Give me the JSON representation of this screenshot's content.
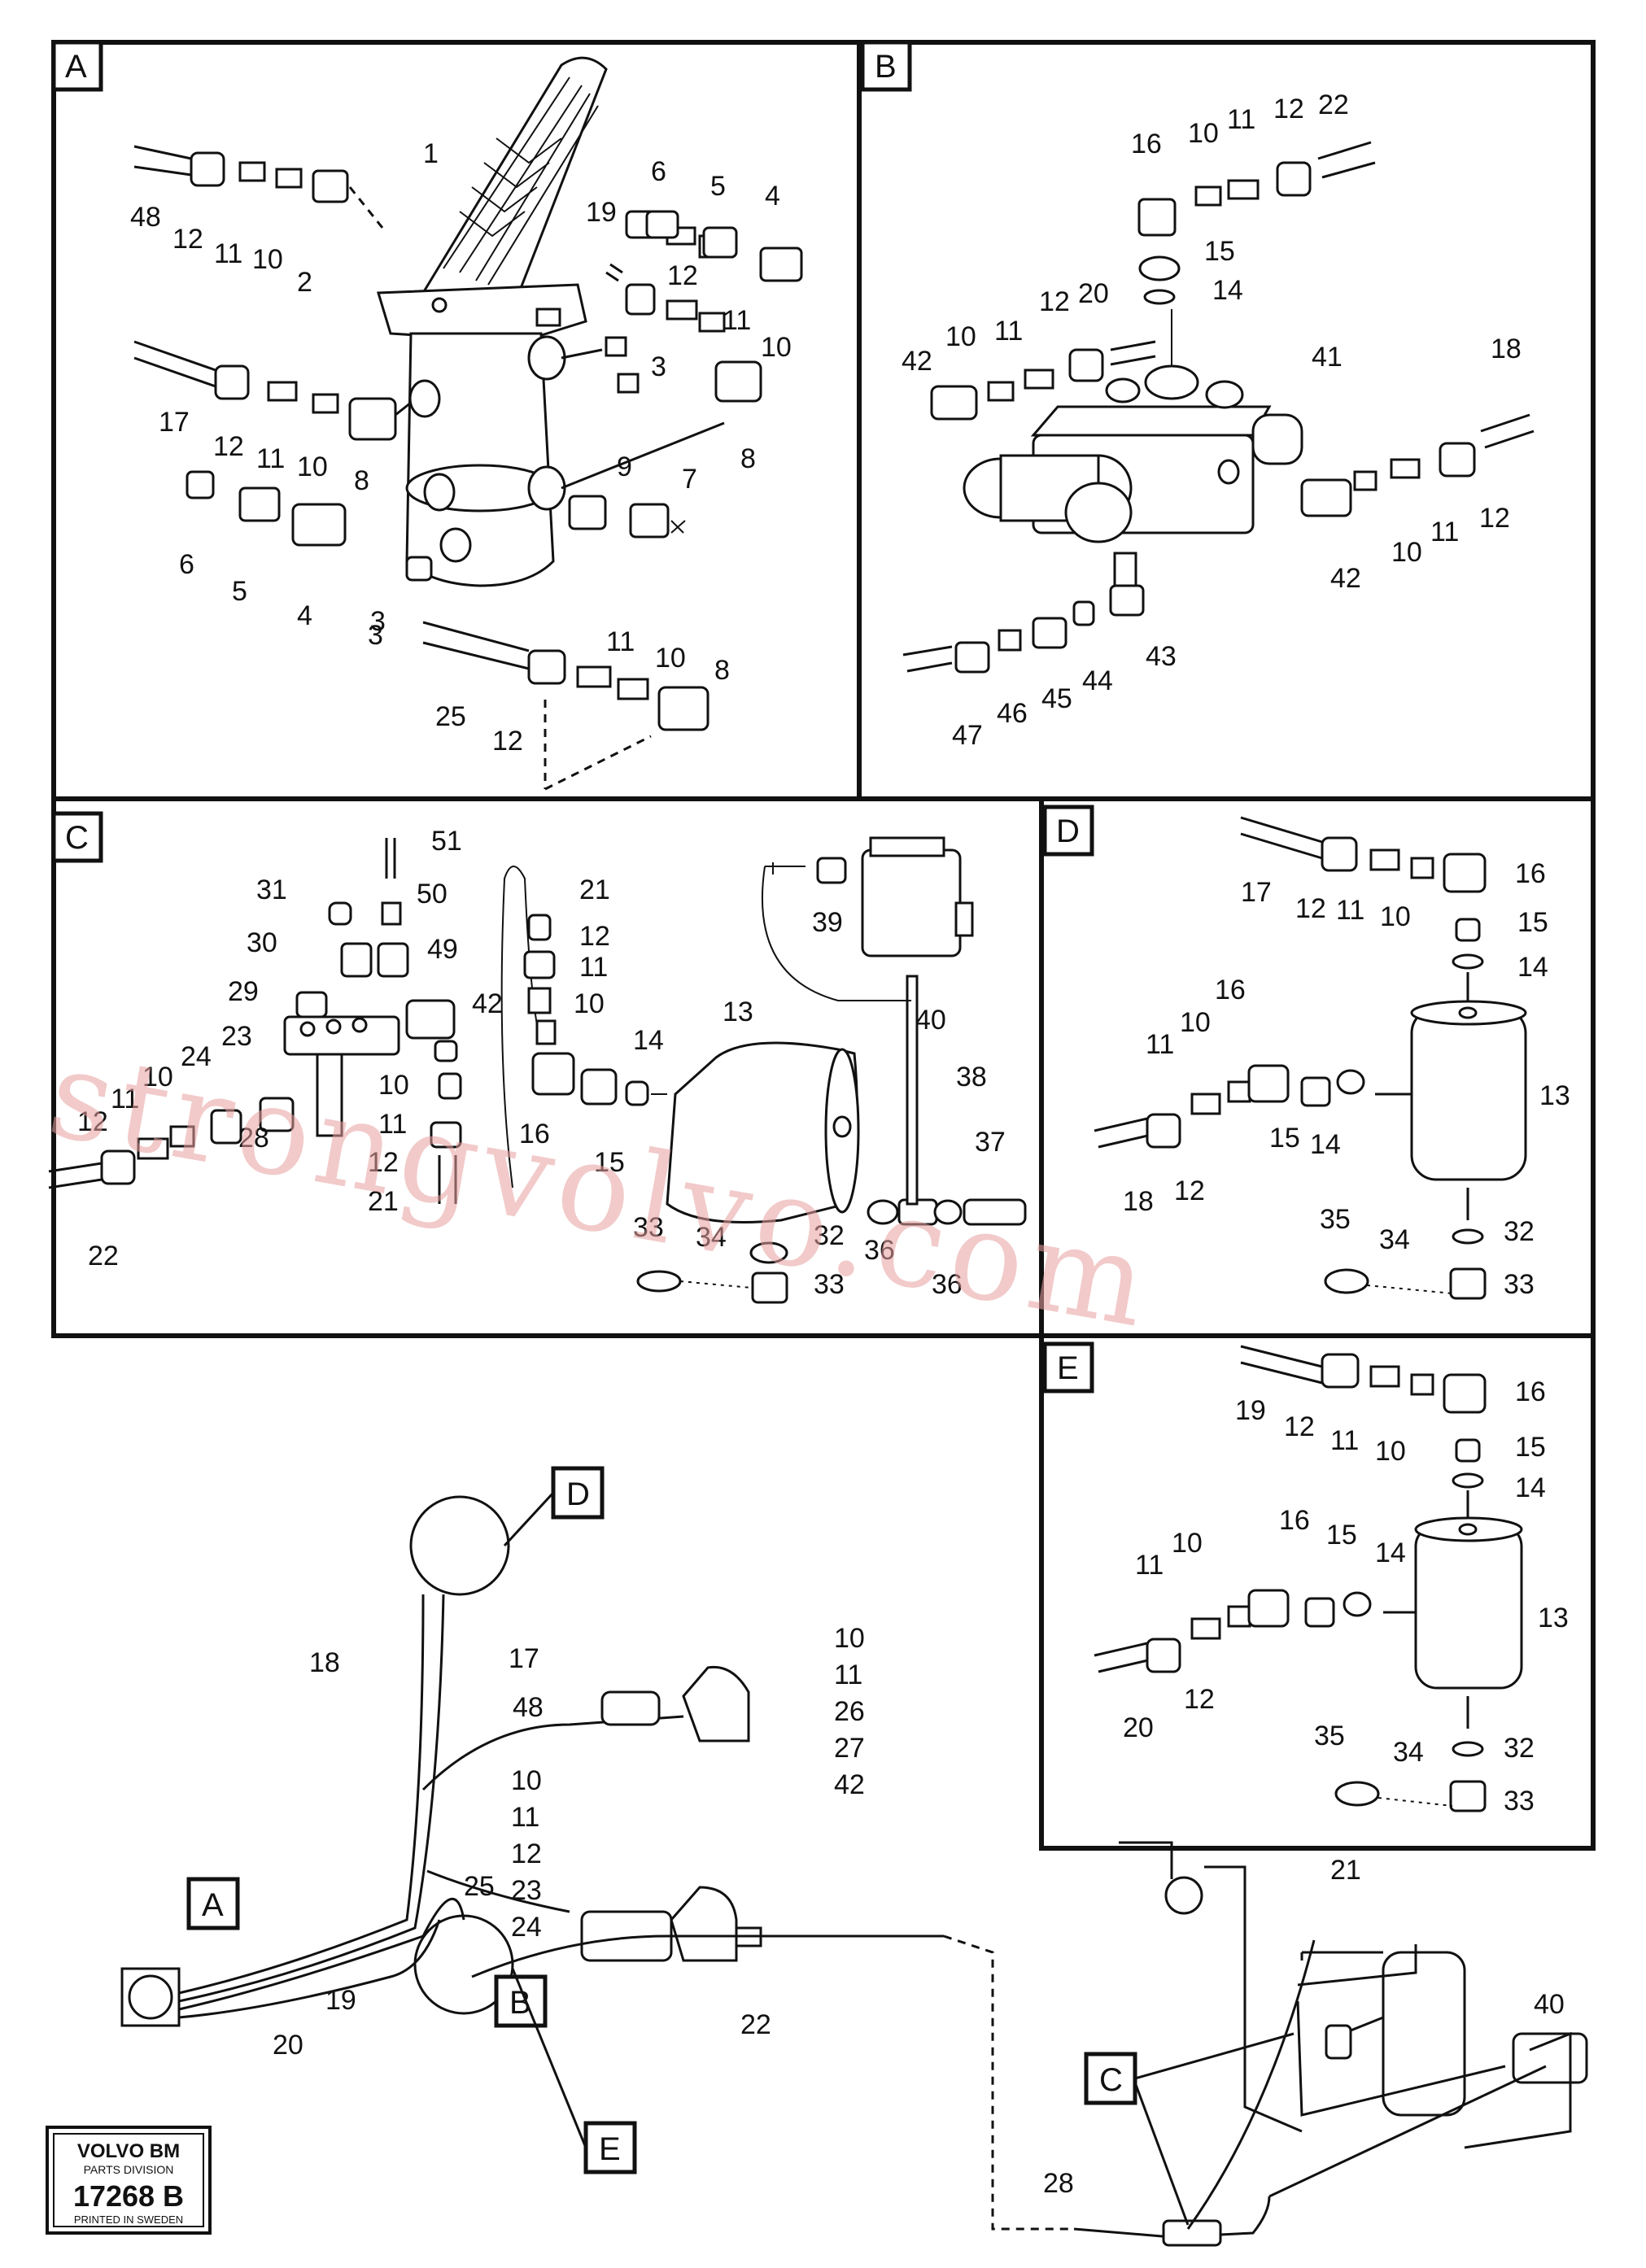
{
  "panels": [
    "A",
    "B",
    "C",
    "D",
    "E"
  ],
  "panel_a_labels": [
    "1",
    "48",
    "12",
    "11",
    "10",
    "2",
    "19",
    "6",
    "5",
    "4",
    "12",
    "11",
    "10",
    "3",
    "3",
    "17",
    "12",
    "11",
    "10",
    "8",
    "8",
    "9",
    "7",
    "6",
    "5",
    "4",
    "3",
    "25",
    "12",
    "11",
    "10",
    "8"
  ],
  "panel_b_labels": [
    "16",
    "10",
    "11",
    "12",
    "22",
    "15",
    "14",
    "20",
    "12",
    "11",
    "10",
    "42",
    "41",
    "18",
    "42",
    "10",
    "11",
    "12",
    "43",
    "44",
    "45",
    "46",
    "47"
  ],
  "panel_c_labels": [
    "51",
    "50",
    "49",
    "31",
    "30",
    "29",
    "42",
    "24",
    "23",
    "11",
    "10",
    "12",
    "28",
    "22",
    "10",
    "11",
    "12",
    "21",
    "21",
    "12",
    "11",
    "10",
    "16",
    "15",
    "14",
    "13",
    "39",
    "40",
    "38",
    "37",
    "36",
    "36",
    "32",
    "33",
    "34",
    "33"
  ],
  "panel_d_labels": [
    "17",
    "12",
    "11",
    "10",
    "16",
    "15",
    "14",
    "16",
    "10",
    "11",
    "13",
    "15",
    "14",
    "18",
    "12",
    "35",
    "34",
    "32",
    "33"
  ],
  "panel_e_labels": [
    "19",
    "12",
    "11",
    "10",
    "16",
    "15",
    "14",
    "16",
    "15",
    "14",
    "10",
    "11",
    "13",
    "20",
    "12",
    "35",
    "34",
    "32",
    "33"
  ],
  "overview_labels": [
    "D",
    "18",
    "17",
    "48",
    "10",
    "11",
    "26",
    "27",
    "42",
    "10",
    "11",
    "12",
    "23",
    "24",
    "25",
    "A",
    "B",
    "19",
    "20",
    "22",
    "E",
    "21",
    "40",
    "C",
    "28"
  ],
  "logo": {
    "brand": "VOLVO BM",
    "division": "PARTS DIVISION",
    "number": "17268 B",
    "printed": "PRINTED IN SWEDEN"
  },
  "watermark": "strongvolvo.com"
}
